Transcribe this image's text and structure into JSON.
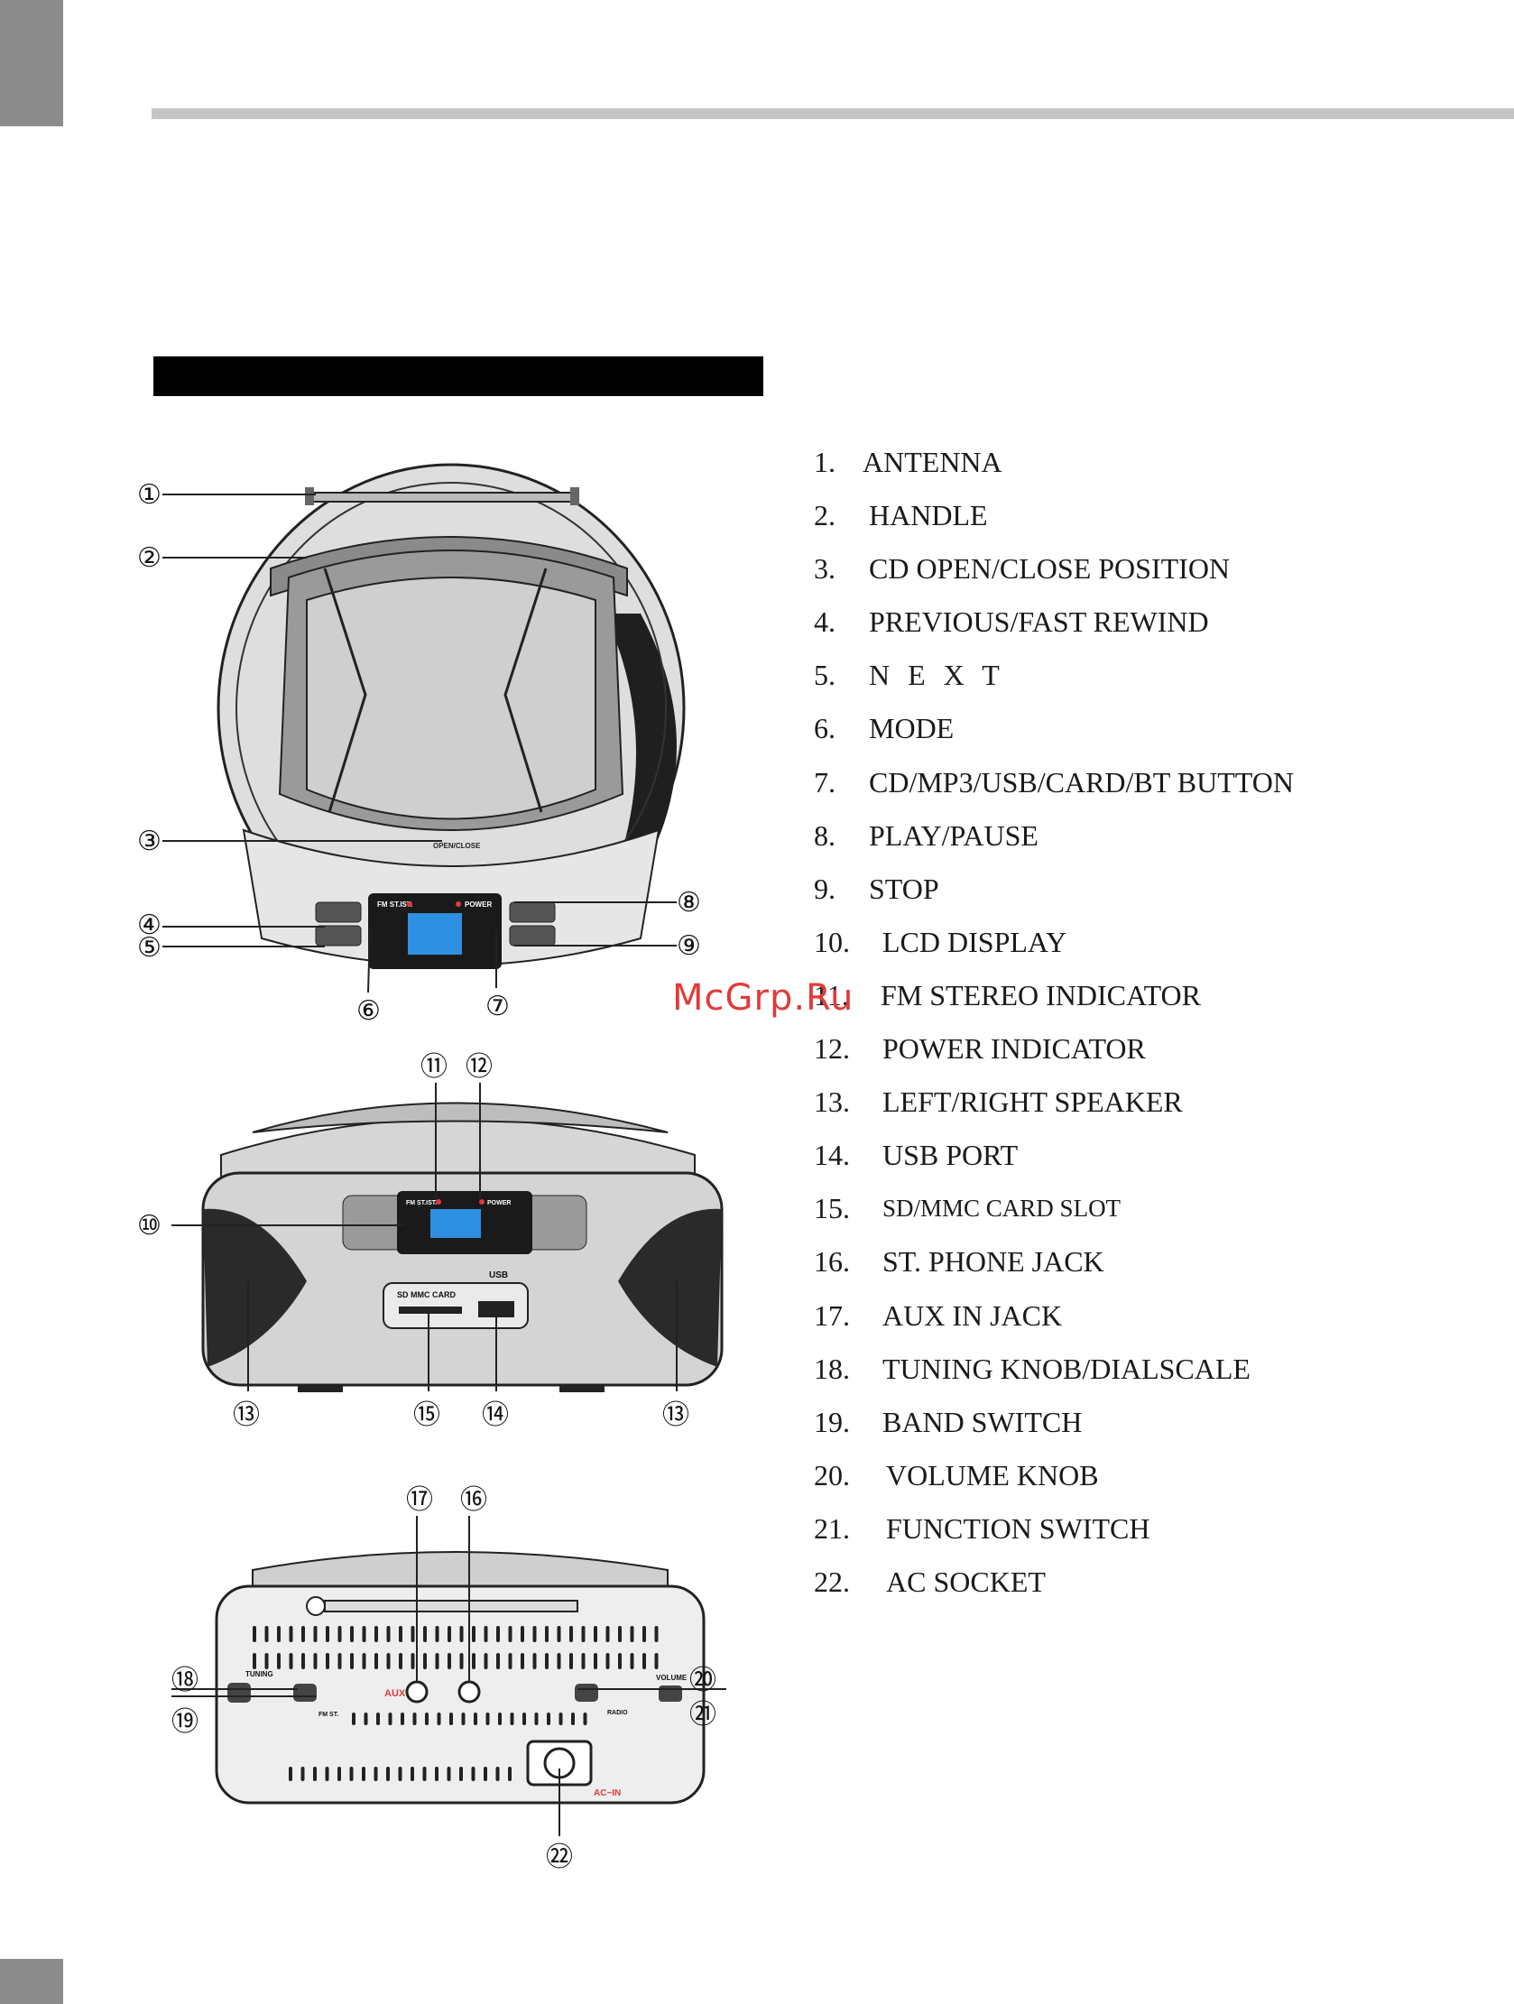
{
  "parts": [
    {
      "num": "1.",
      "label": "ANTENNA"
    },
    {
      "num": "2.",
      "label": "HANDLE"
    },
    {
      "num": "3.",
      "label": "CD OPEN/CLOSE POSITION"
    },
    {
      "num": "4.",
      "label": "PREVIOUS/FAST REWIND"
    },
    {
      "num": "5.",
      "label": "N E X T"
    },
    {
      "num": "6.",
      "label": "MODE"
    },
    {
      "num": "7.",
      "label": "CD/MP3/USB/CARD/BT BUTTON"
    },
    {
      "num": "8.",
      "label": "PLAY/PAUSE"
    },
    {
      "num": "9.",
      "label": "STOP"
    },
    {
      "num": "10.",
      "label": "LCD DISPLAY"
    },
    {
      "num": "11.",
      "label": "FM STEREO INDICATOR"
    },
    {
      "num": "12.",
      "label": "POWER INDICATOR"
    },
    {
      "num": "13.",
      "label": "LEFT/RIGHT SPEAKER"
    },
    {
      "num": "14.",
      "label": "USB PORT"
    },
    {
      "num": "15.",
      "label": "SD/MMC CARD SLOT"
    },
    {
      "num": "16.",
      "label": "ST. PHONE JACK"
    },
    {
      "num": "17.",
      "label": "AUX IN JACK"
    },
    {
      "num": "18.",
      "label": "TUNING KNOB/DIALSCALE"
    },
    {
      "num": "19.",
      "label": "BAND SWITCH"
    },
    {
      "num": "20.",
      "label": "VOLUME KNOB"
    },
    {
      "num": "21.",
      "label": "FUNCTION SWITCH"
    },
    {
      "num": "22.",
      "label": "AC SOCKET"
    }
  ],
  "watermark": "McGrp.Ru",
  "diagram_top": {
    "callouts": [
      "①",
      "②",
      "③",
      "④",
      "⑤",
      "⑥",
      "⑦",
      "⑧",
      "⑨"
    ],
    "panel": {
      "fm_st": "FM ST.IST.",
      "power": "POWER",
      "open_close": "OPEN/CLOSE"
    }
  },
  "diagram_front": {
    "callouts": [
      "⑩",
      "⑪",
      "⑫",
      "⑬",
      "⑬",
      "⑭",
      "⑮"
    ],
    "panel": {
      "fm_st": "FM ST.IST.",
      "power": "POWER",
      "sd_card": "SD MMC CARD",
      "usb": "USB"
    }
  },
  "diagram_back": {
    "callouts": [
      "⑯",
      "⑰",
      "⑱",
      "⑲",
      "⑳",
      "㉑",
      "㉒"
    ],
    "panel": {
      "aux": "AUX",
      "tuning": "TUNING",
      "volume": "VOLUME",
      "radio": "RADIO",
      "ac_in": "AC~IN",
      "band": "FM ST."
    }
  },
  "colors": {
    "accent_red": "#e03b3b",
    "rule_gray": "#c4c4c4",
    "tab_gray": "#8c8c8c",
    "lcd_blue": "#2f8fe0"
  }
}
